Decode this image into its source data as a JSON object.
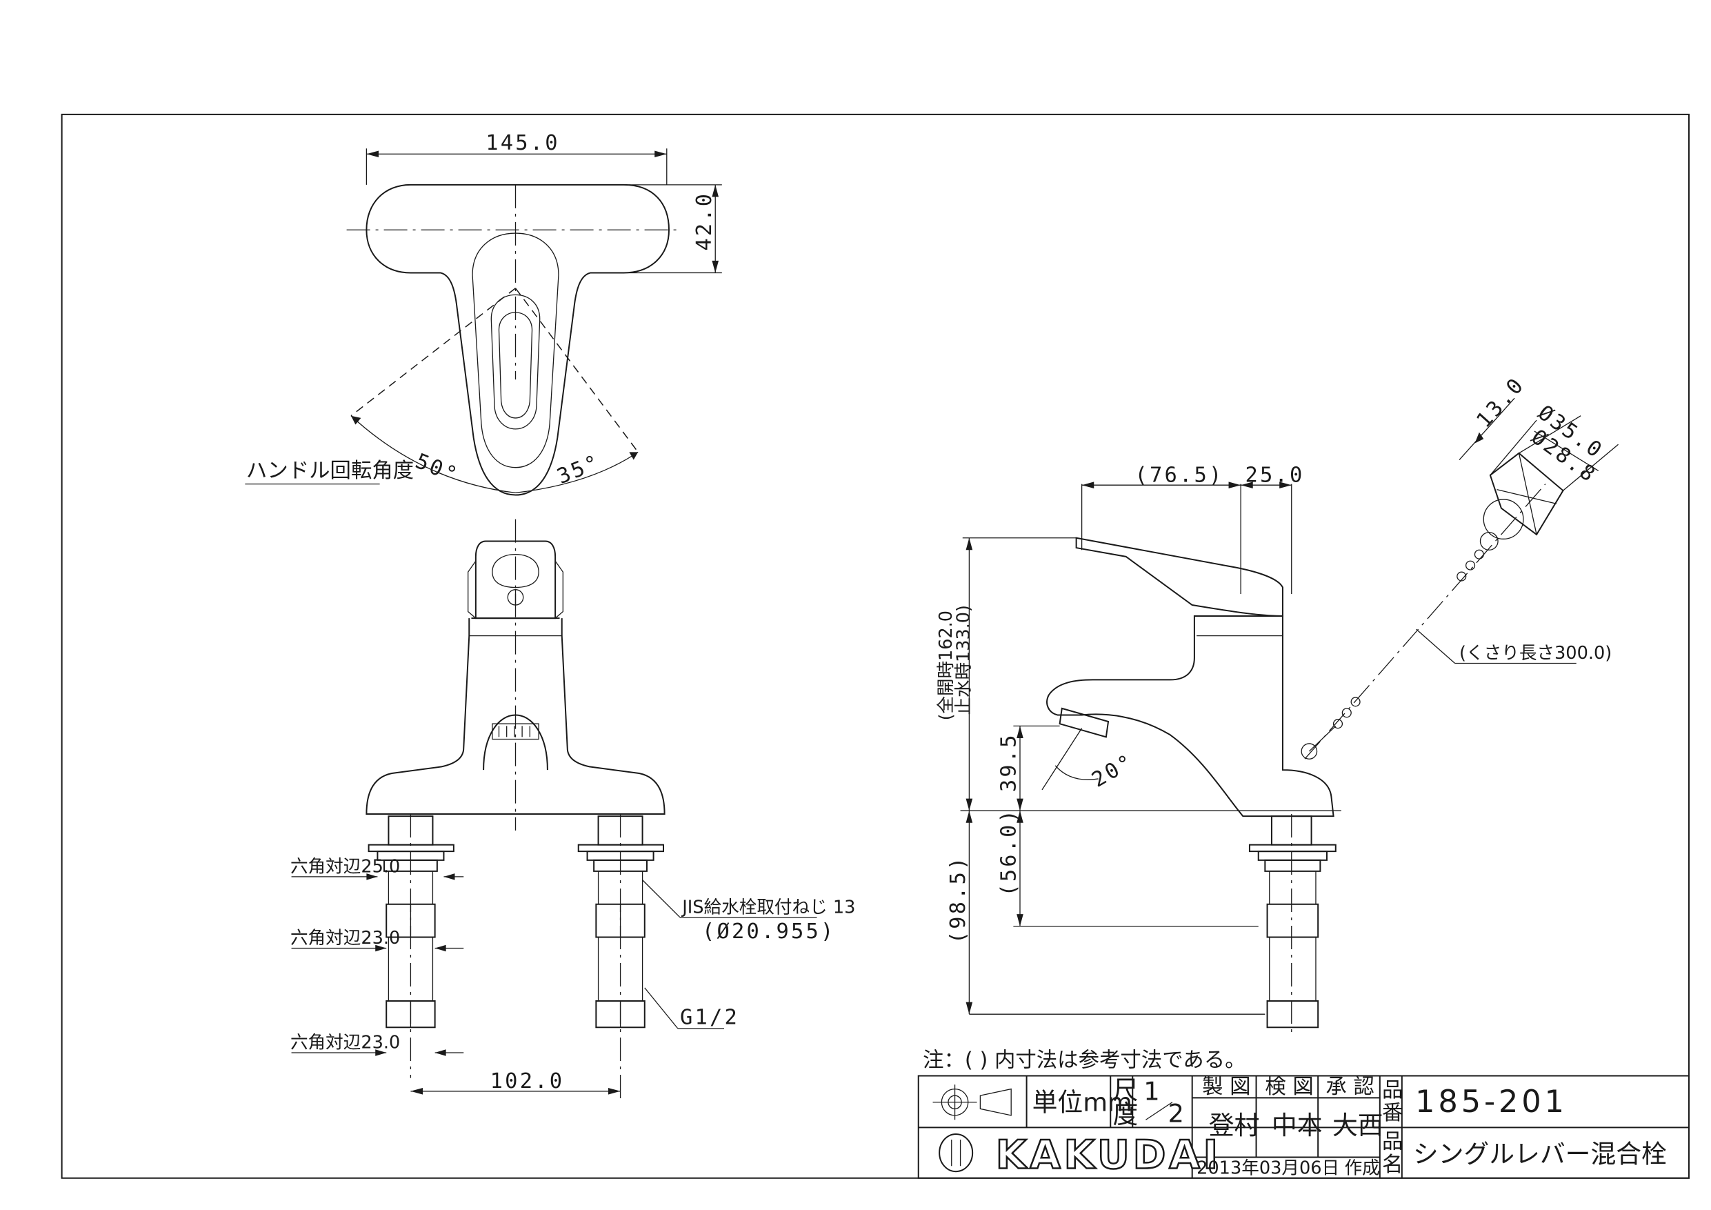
{
  "dimensions": {
    "top_width": "145.0",
    "top_depth": "42.0",
    "angle_left": "50°",
    "angle_right": "35°",
    "handle_rotation_label": "ハンドル回転角度",
    "hex1": "六角対辺25.0",
    "hex2": "六角対辺23.0",
    "hex3": "六角対辺23.0",
    "jis_thread": "JIS給水栓取付ねじ 13",
    "jis_diameter": "(Ø20.955)",
    "g_thread": "G1/2",
    "pitch": "102.0",
    "reach": "(76.5)",
    "lever_offset": "25.0",
    "height_full_open": "(全開時162.0",
    "height_closed": "止水時133.0)",
    "spout_height": "39.5",
    "spout_angle": "20°",
    "shank_56": "(56.0)",
    "shank_98": "(98.5)",
    "chain_length": "(くさり長さ300.0)",
    "plug_13": "13.0",
    "plug_d35": "Ø35.0",
    "plug_d28": "Ø28.8"
  },
  "note": "注：( ) 内寸法は参考寸法である。",
  "title_block": {
    "unit_label": "単位mm",
    "scale_label_1": "尺",
    "scale_label_2": "度",
    "scale_num": "1",
    "scale_den": "2",
    "col_draw": "製 図",
    "col_check": "検 図",
    "col_approve": "承 認",
    "name_draw": "登村",
    "name_check": "中本",
    "name_approve": "大西",
    "logo_text": "KAKUDAI",
    "date": "2013年03月06日",
    "created": "作成",
    "part_no_label_1": "品",
    "part_no_label_2": "番",
    "part_no": "185-201",
    "part_name_label_1": "品",
    "part_name_label_2": "名",
    "part_name": "シングルレバー混合栓"
  }
}
